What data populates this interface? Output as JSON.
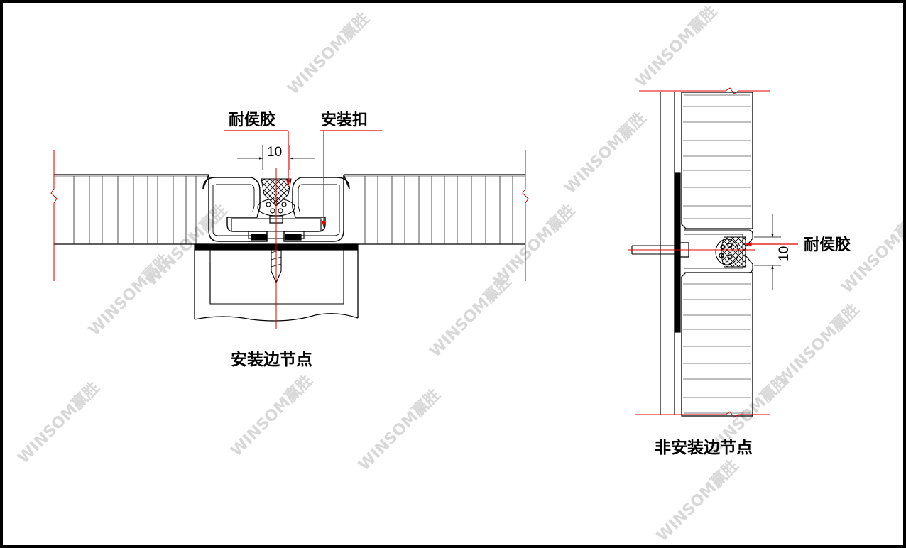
{
  "colors": {
    "line": "#000000",
    "centerline": "#e00000",
    "watermark": "#d8d8d8",
    "background": "#ffffff"
  },
  "watermark_text": "WINSOM赢胜",
  "left_node": {
    "caption": "安装边节点",
    "label_sealant": "耐侯胶",
    "label_clip": "安装扣",
    "dimension": "10"
  },
  "right_node": {
    "caption": "非安装边节点",
    "label_sealant": "耐侯胶",
    "dimension": "10"
  }
}
